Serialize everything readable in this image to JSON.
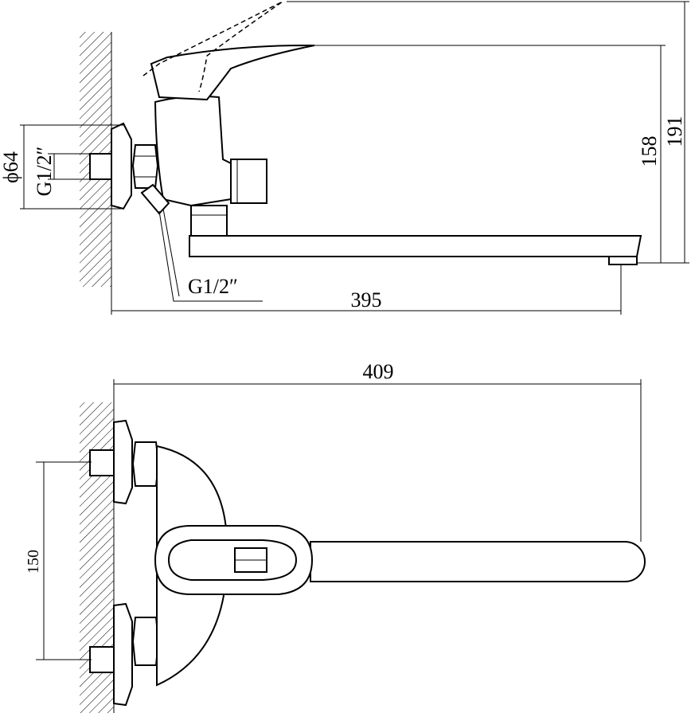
{
  "side_view": {
    "diameter_label": "ϕ64",
    "inlet_thread_label": "G1/2″",
    "outlet_thread_label": "G1/2″",
    "reach_label": "395",
    "height_spout_label": "158",
    "height_total_label": "191"
  },
  "top_view": {
    "total_length_label": "409",
    "center_distance_label": "150"
  }
}
